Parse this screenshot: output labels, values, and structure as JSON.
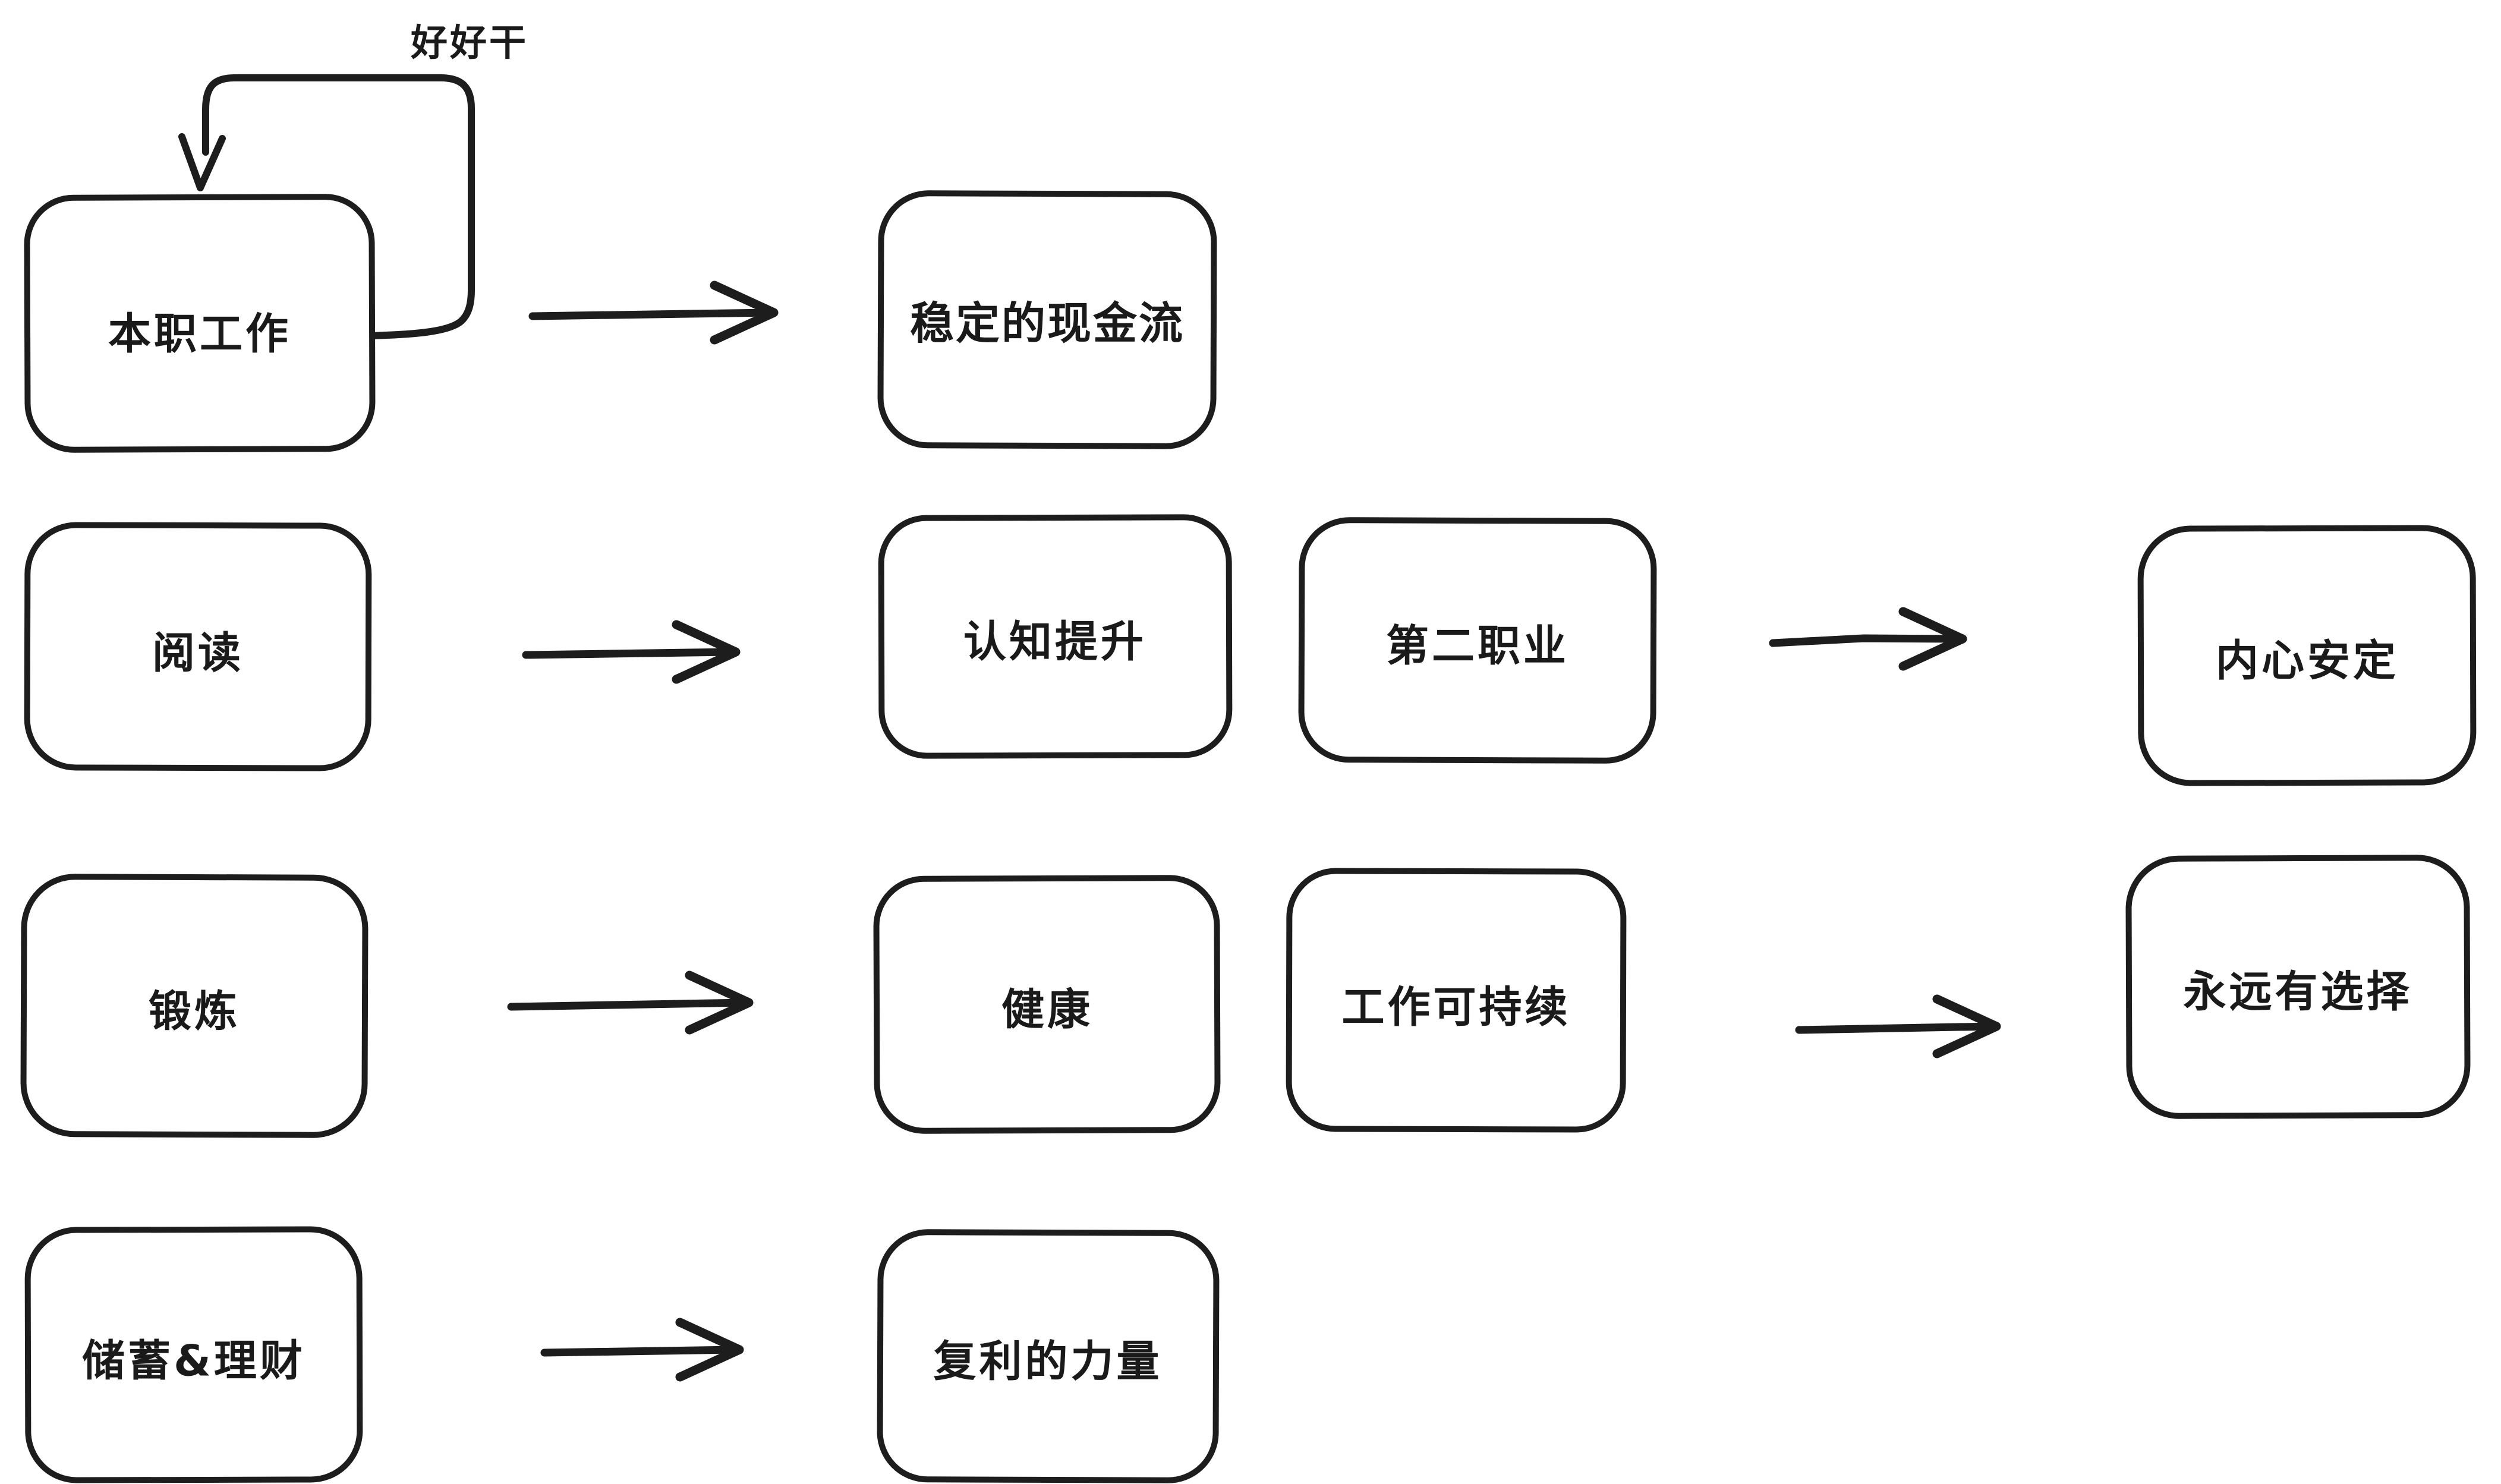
{
  "diagram": {
    "background_color": "#ffffff",
    "stroke_color": "#1d1d1d",
    "nodes": [
      {
        "id": "main-job",
        "label": "本职工作"
      },
      {
        "id": "stable-cashflow",
        "label": "稳定的现金流"
      },
      {
        "id": "reading",
        "label": "阅读"
      },
      {
        "id": "cognition-upgrade",
        "label": "认知提升"
      },
      {
        "id": "second-career",
        "label": "第二职业"
      },
      {
        "id": "inner-peace",
        "label": "内心安定"
      },
      {
        "id": "exercise",
        "label": "锻炼"
      },
      {
        "id": "health",
        "label": "健康"
      },
      {
        "id": "sustainable-work",
        "label": "工作可持续"
      },
      {
        "id": "always-have-choices",
        "label": "永远有选择"
      },
      {
        "id": "savings-investment",
        "label": "储蓄&理财"
      },
      {
        "id": "compound-power",
        "label": "复利的力量"
      }
    ],
    "edges": [
      {
        "from": "main-job",
        "to": "main-job",
        "type": "self-loop",
        "label": "好好干"
      },
      {
        "from": "main-job",
        "to": "stable-cashflow",
        "type": "arrow",
        "label": ""
      },
      {
        "from": "reading",
        "to": "cognition-upgrade",
        "type": "arrow",
        "label": ""
      },
      {
        "from": "second-career",
        "to": "inner-peace",
        "type": "arrow",
        "label": ""
      },
      {
        "from": "exercise",
        "to": "health",
        "type": "arrow",
        "label": ""
      },
      {
        "from": "sustainable-work",
        "to": "always-have-choices",
        "type": "arrow",
        "label": ""
      },
      {
        "from": "savings-investment",
        "to": "compound-power",
        "type": "arrow",
        "label": ""
      }
    ],
    "self_loop_label": "好好干"
  }
}
